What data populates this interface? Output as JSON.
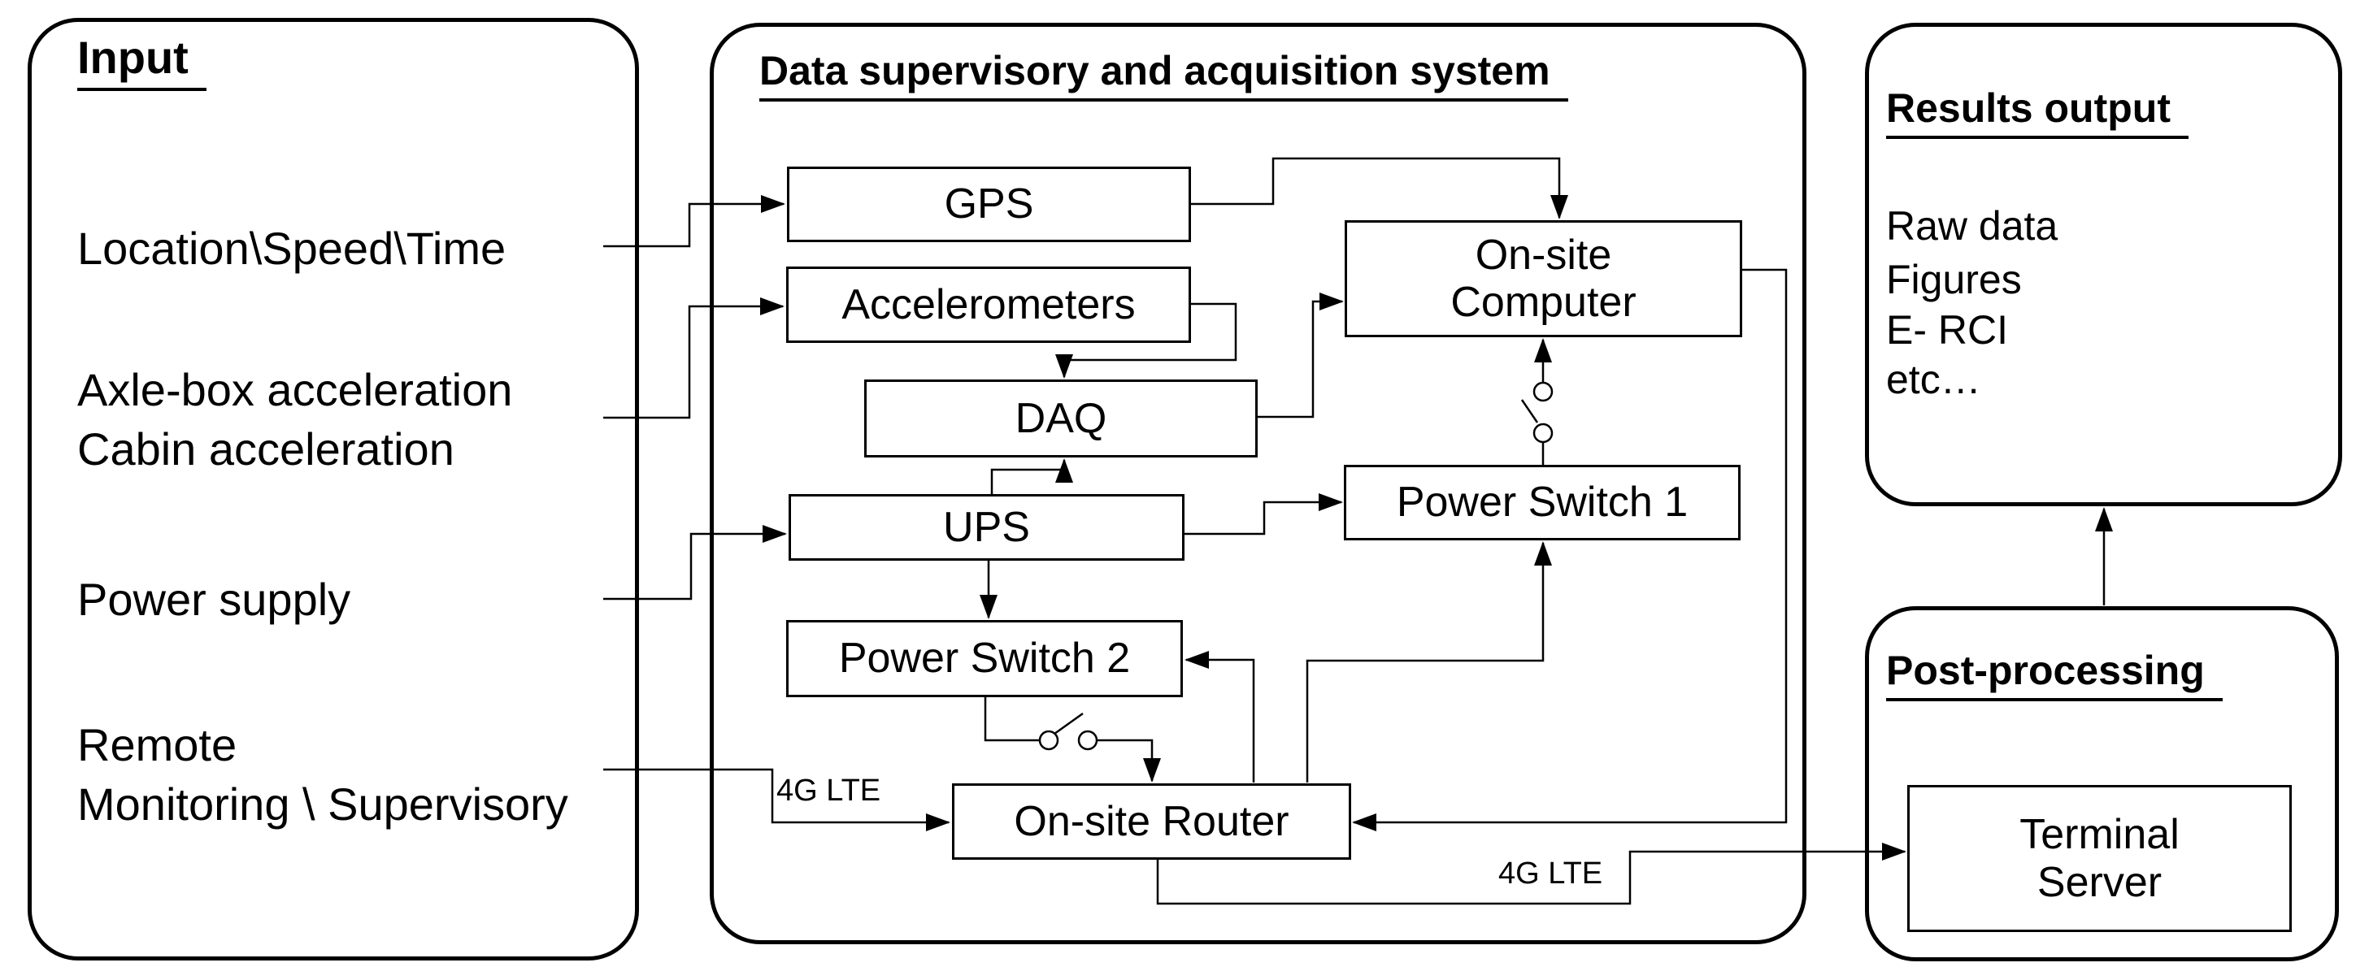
{
  "input": {
    "title": "Input",
    "items": {
      "location": "Location\\Speed\\Time",
      "axlebox": "Axle-box acceleration",
      "cabin": "Cabin acceleration",
      "power": "Power supply",
      "remote": "Remote",
      "monitoring": "Monitoring \\ Supervisory"
    }
  },
  "system": {
    "title": "Data supervisory and acquisition system",
    "blocks": {
      "gps": "GPS",
      "accelerometers": "Accelerometers",
      "daq": "DAQ",
      "ups": "UPS",
      "power_switch_2": "Power Switch 2",
      "on_site_router": "On-site Router",
      "computer_line1": "On-site",
      "computer_line2": "Computer",
      "power_switch_1": "Power Switch 1"
    },
    "labels": {
      "lte_left": "4G LTE",
      "lte_right": "4G LTE"
    }
  },
  "results": {
    "title": "Results output",
    "items": {
      "raw": "Raw data",
      "figures": "Figures",
      "erci": "E- RCI",
      "etc": "etc…"
    }
  },
  "post": {
    "title": "Post-processing",
    "terminal_line1": "Terminal",
    "terminal_line2": "Server"
  },
  "colors": {
    "line": "#000000",
    "background": "#ffffff"
  }
}
